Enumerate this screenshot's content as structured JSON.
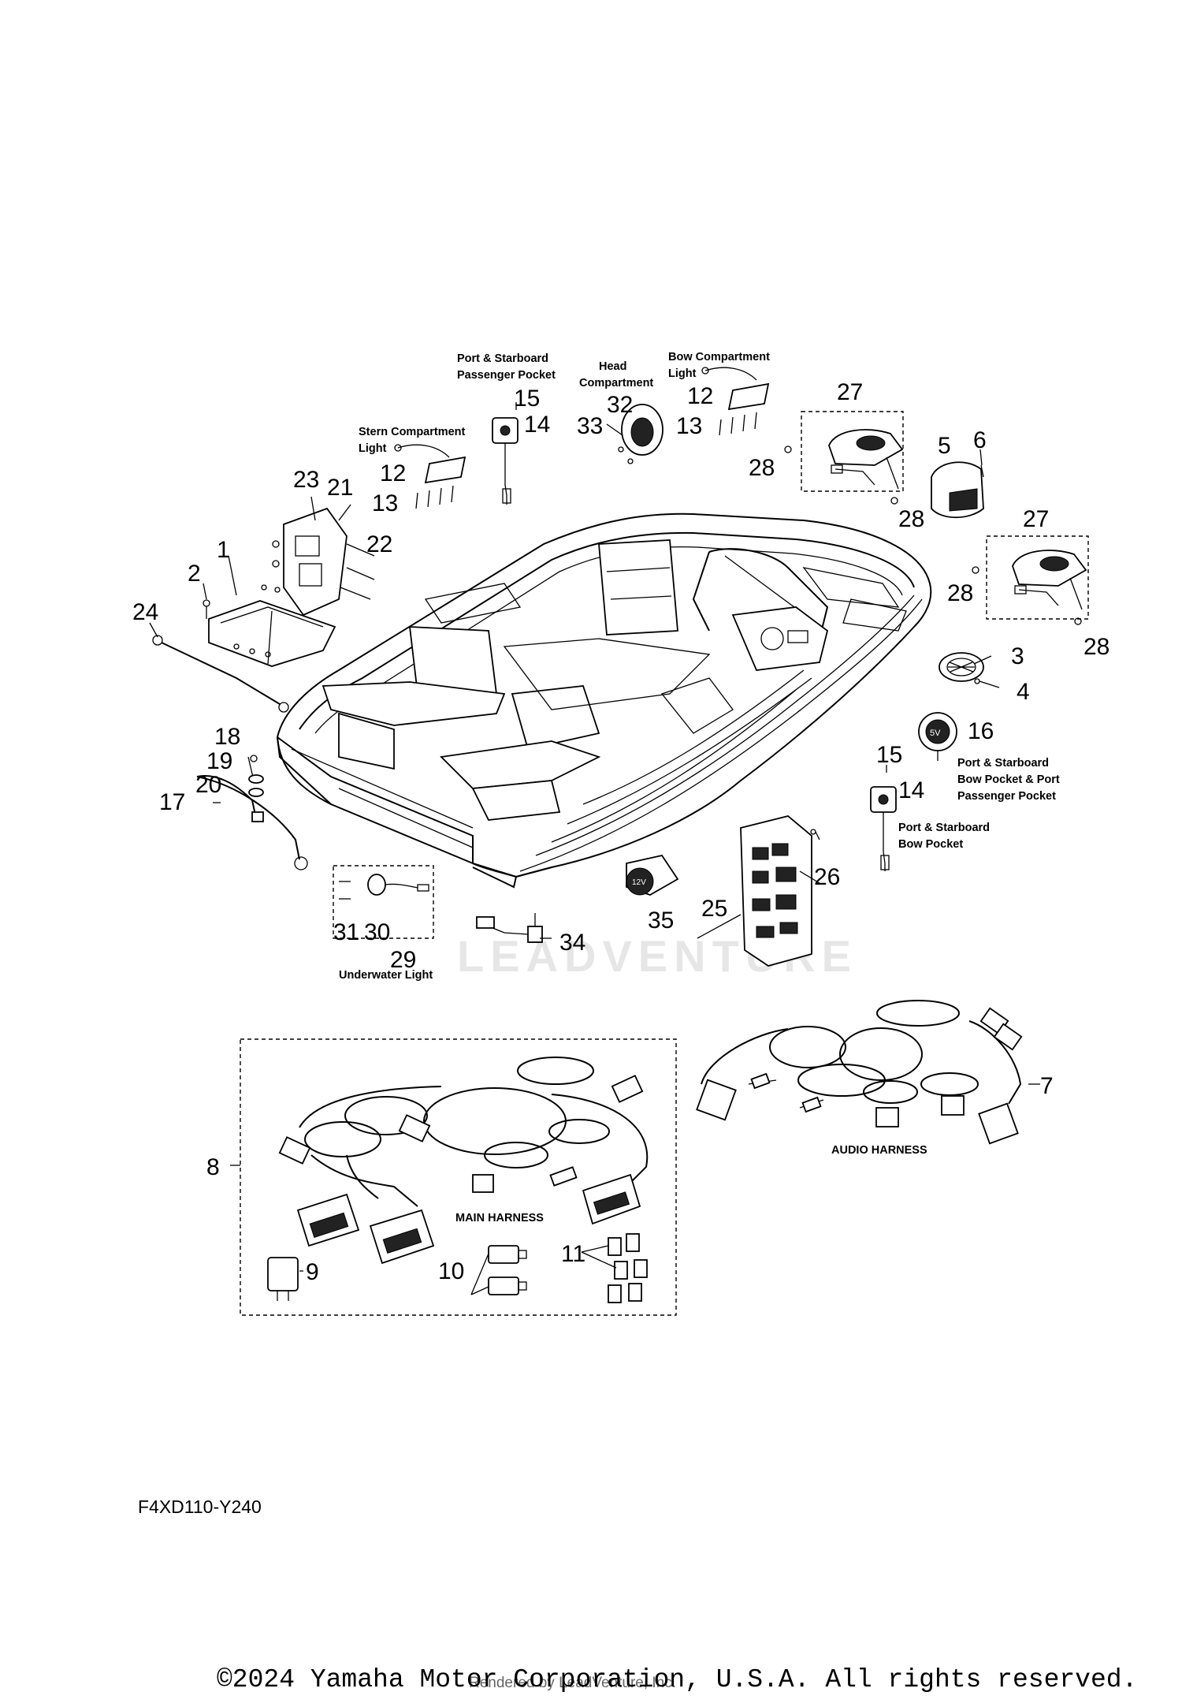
{
  "callouts": [
    "1",
    "2",
    "3",
    "4",
    "5",
    "6",
    "7",
    "8",
    "9",
    "10",
    "11",
    "12",
    "13",
    "14",
    "15",
    "16",
    "17",
    "18",
    "19",
    "20",
    "21",
    "22",
    "23",
    "24",
    "25",
    "26",
    "27",
    "28",
    "29",
    "30",
    "31",
    "32",
    "33",
    "34",
    "35"
  ],
  "labels": {
    "port_starboard_passenger_pocket": [
      "Port & Starboard",
      "Passenger Pocket"
    ],
    "head_compartment": [
      "Head",
      "Compartment"
    ],
    "bow_compartment_light": [
      "Bow Compartment",
      "Light"
    ],
    "stern_compartment_light": [
      "Stern Compartment",
      "Light"
    ],
    "port_starboard_bow_pocket_port_passenger": [
      "Port & Starboard",
      "Bow Pocket & Port",
      "Passenger Pocket"
    ],
    "port_starboard_bow_pocket": [
      "Port & Starboard",
      "Bow Pocket"
    ],
    "underwater_light": "Underwater Light",
    "audio_harness": "AUDIO HARNESS",
    "main_harness": "MAIN HARNESS"
  },
  "usb_badge": "5V",
  "outlet_badge": "12V",
  "diagram_code": "F4XD110-Y240",
  "copyright": "©2024 Yamaha Motor Corporation, U.S.A. All rights reserved.",
  "rendered_by": "Rendered by LeadVenture, Inc.",
  "watermark": "LEADVENTURE"
}
